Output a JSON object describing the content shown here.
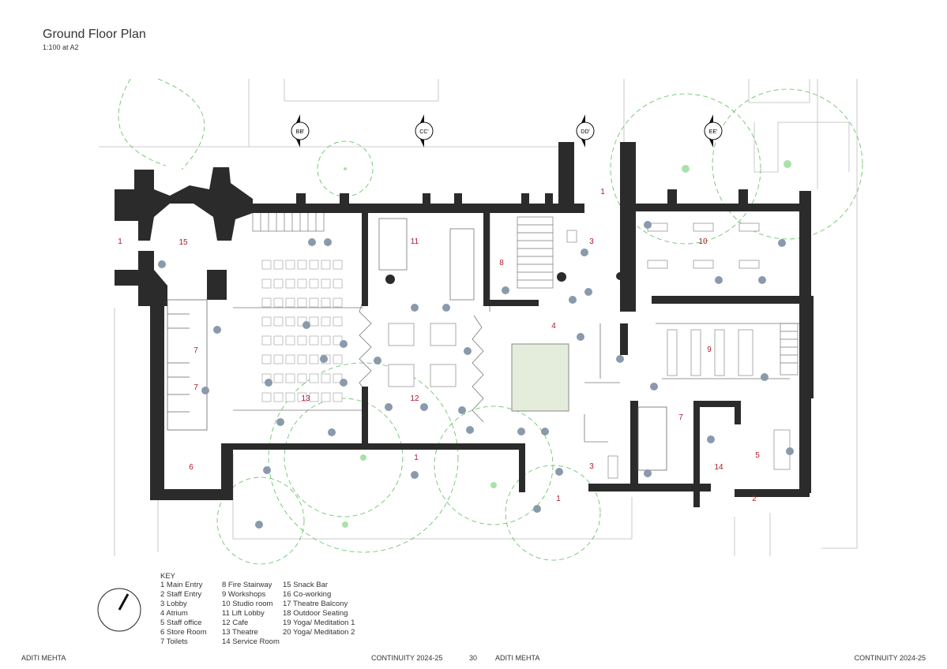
{
  "title": "Ground Floor Plan",
  "scale": "1:100 at A2",
  "sections": [
    "BB'",
    "CC'",
    "DD'",
    "EE'"
  ],
  "room_numbers": [
    "1",
    "15",
    "11",
    "8",
    "3",
    "10",
    "1",
    "4",
    "9",
    "7",
    "7",
    "13",
    "12",
    "6",
    "1",
    "3",
    "1",
    "7",
    "14",
    "5",
    "2"
  ],
  "key": {
    "heading": "KEY",
    "columns": [
      [
        "1 Main Entry",
        "2 Staff Entry",
        "3 Lobby",
        "4 Atrium",
        "5 Staff office",
        "6 Store Room",
        "7 Toilets"
      ],
      [
        "8 Fire Stairway",
        "9 Workshops",
        "10 Studio room",
        "11 Lift Lobby",
        "12 Cafe",
        "13 Theatre",
        "14 Service Room"
      ],
      [
        "15 Snack Bar",
        "16 Co-working",
        "17 Theatre Balcony",
        "18 Outdoor Seating",
        "19 Yoga/ Meditation 1",
        "20 Yoga/ Meditation 2"
      ]
    ]
  },
  "footer": {
    "left_author": "ADITI MEHTA",
    "center_project": "CONTINUITY 2024-25",
    "page_number": "30",
    "center_author": "ADITI MEHTA",
    "right_project": "CONTINUITY 2024-25"
  },
  "colors": {
    "wall": "#2b2b2b",
    "tree": "#5cbf5c",
    "label": "#b0182a",
    "people": "#8a9aac",
    "atrium": "#e4ecdc"
  }
}
